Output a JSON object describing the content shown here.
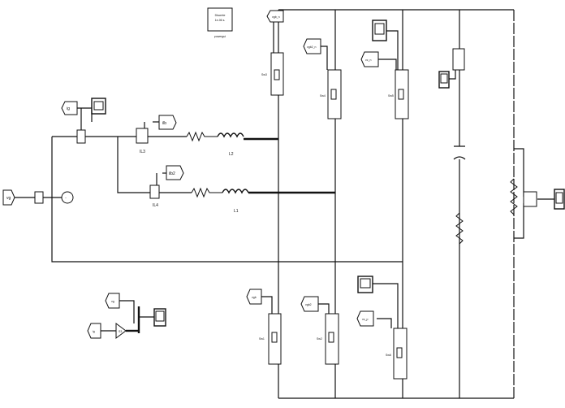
{
  "powergui": {
    "line1": "Discrete",
    "line2": "1e-06 s.",
    "caption": "powergui"
  },
  "tags": {
    "vg": "vg",
    "ig": "ig",
    "ilb": "ilb",
    "ilb2": "ilb2",
    "vgb_n": "vgb_n",
    "vgb2_n": "vgb2_n",
    "vc_n": "vc_n",
    "vgb": "vgb",
    "vgb2": "vgb2",
    "vc_p": "vc_p",
    "vg_low": "vg",
    "ig_low": "ig"
  },
  "components": {
    "il3": "IL3",
    "il4": "IL4",
    "l2": "L2",
    "l1": "L1",
    "sw1": "Sw1",
    "sw2": "Sw2",
    "sw3": "Sw3",
    "sw4": "Sw4",
    "sw5": "Sw5",
    "sw6": "Sw6",
    "product": "S3"
  }
}
